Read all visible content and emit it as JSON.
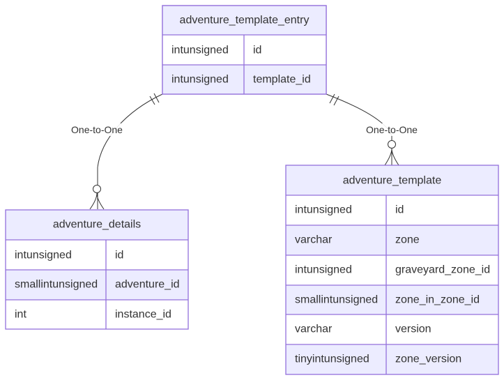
{
  "entities": [
    {
      "name": "adventure_template_entry",
      "attributes": [
        {
          "type": "intunsigned",
          "name": "id"
        },
        {
          "type": "intunsigned",
          "name": "template_id"
        }
      ]
    },
    {
      "name": "adventure_details",
      "attributes": [
        {
          "type": "intunsigned",
          "name": "id"
        },
        {
          "type": "smallintunsigned",
          "name": "adventure_id"
        },
        {
          "type": "int",
          "name": "instance_id"
        }
      ]
    },
    {
      "name": "adventure_template",
      "attributes": [
        {
          "type": "intunsigned",
          "name": "id"
        },
        {
          "type": "varchar",
          "name": "zone"
        },
        {
          "type": "intunsigned",
          "name": "graveyard_zone_id"
        },
        {
          "type": "smallintunsigned",
          "name": "zone_in_zone_id"
        },
        {
          "type": "varchar",
          "name": "version"
        },
        {
          "type": "tinyintunsigned",
          "name": "zone_version"
        }
      ]
    }
  ],
  "relationships": [
    {
      "from": "adventure_template_entry",
      "to": "adventure_details",
      "label": "One-to-One",
      "from_cardinality": "exactly-one",
      "to_cardinality": "zero-or-more"
    },
    {
      "from": "adventure_template_entry",
      "to": "adventure_template",
      "label": "One-to-One",
      "from_cardinality": "exactly-one",
      "to_cardinality": "zero-or-more"
    }
  ]
}
